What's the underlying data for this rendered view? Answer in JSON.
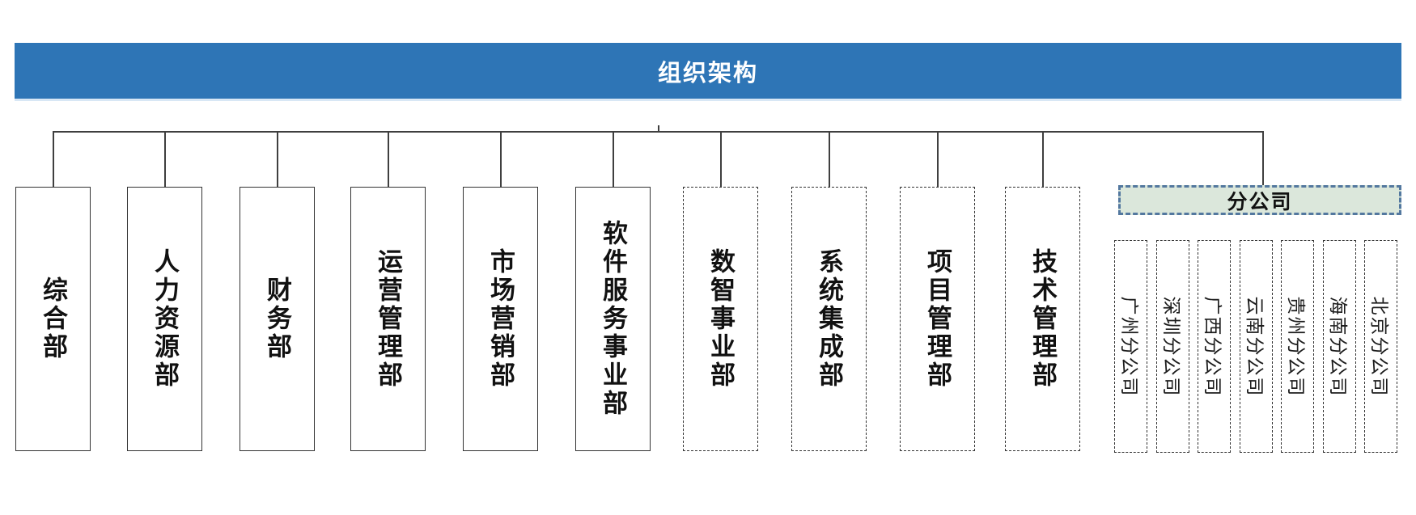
{
  "title": {
    "text": "组织架构"
  },
  "departments": [
    {
      "label": "综合部",
      "border": "solid"
    },
    {
      "label": "人力资源部",
      "border": "solid"
    },
    {
      "label": "财务部",
      "border": "solid"
    },
    {
      "label": "运营管理部",
      "border": "solid"
    },
    {
      "label": "市场营销部",
      "border": "solid"
    },
    {
      "label": "软件服务事业部",
      "border": "solid"
    },
    {
      "label": "数智事业部",
      "border": "dashed"
    },
    {
      "label": "系统集成部",
      "border": "dashed"
    },
    {
      "label": "项目管理部",
      "border": "dashed"
    },
    {
      "label": "技术管理部",
      "border": "dashed"
    }
  ],
  "branch_group": {
    "header_label": "分公司",
    "branches": [
      {
        "label": "广州分公司"
      },
      {
        "label": "深圳分公司"
      },
      {
        "label": "广西分公司"
      },
      {
        "label": "云南分公司"
      },
      {
        "label": "贵州分公司"
      },
      {
        "label": "海南分公司"
      },
      {
        "label": "北京分公司"
      }
    ]
  },
  "colors": {
    "title_bar_bg": "#2E75B6",
    "title_text": "#FFFFFF",
    "branch_header_bg": "#DBE7DB",
    "branch_header_border": "#53789F",
    "connector_line": "#3F3F3F",
    "box_border": "#333333",
    "box_text": "#111111"
  }
}
